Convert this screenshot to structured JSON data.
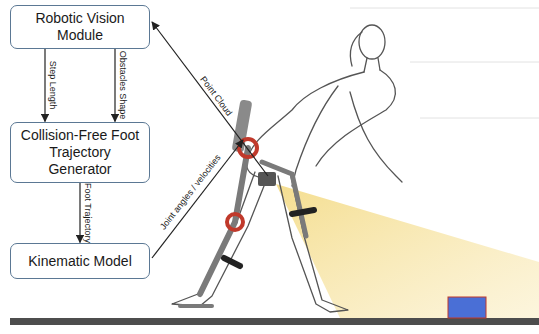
{
  "diagram": {
    "nodes": [
      {
        "text": [
          "Robotic Vision Module"
        ]
      },
      {
        "text": [
          "Collision-Free Foot Trajectory Generator"
        ]
      },
      {
        "text": [
          "Kinematic Model"
        ]
      }
    ],
    "edges": [
      {
        "from": 0,
        "to": 1,
        "arrow": "to",
        "label": "Step Length"
      },
      {
        "from": 0,
        "to": 1,
        "arrow": "to",
        "label": "Obstacles Shape"
      },
      {
        "from": 1,
        "to": 2,
        "arrow": "to",
        "label": "Foot Trajectory"
      }
    ],
    "labels": [
      "Point Cloud",
      "Joint angles / velocities"
    ]
  }
}
